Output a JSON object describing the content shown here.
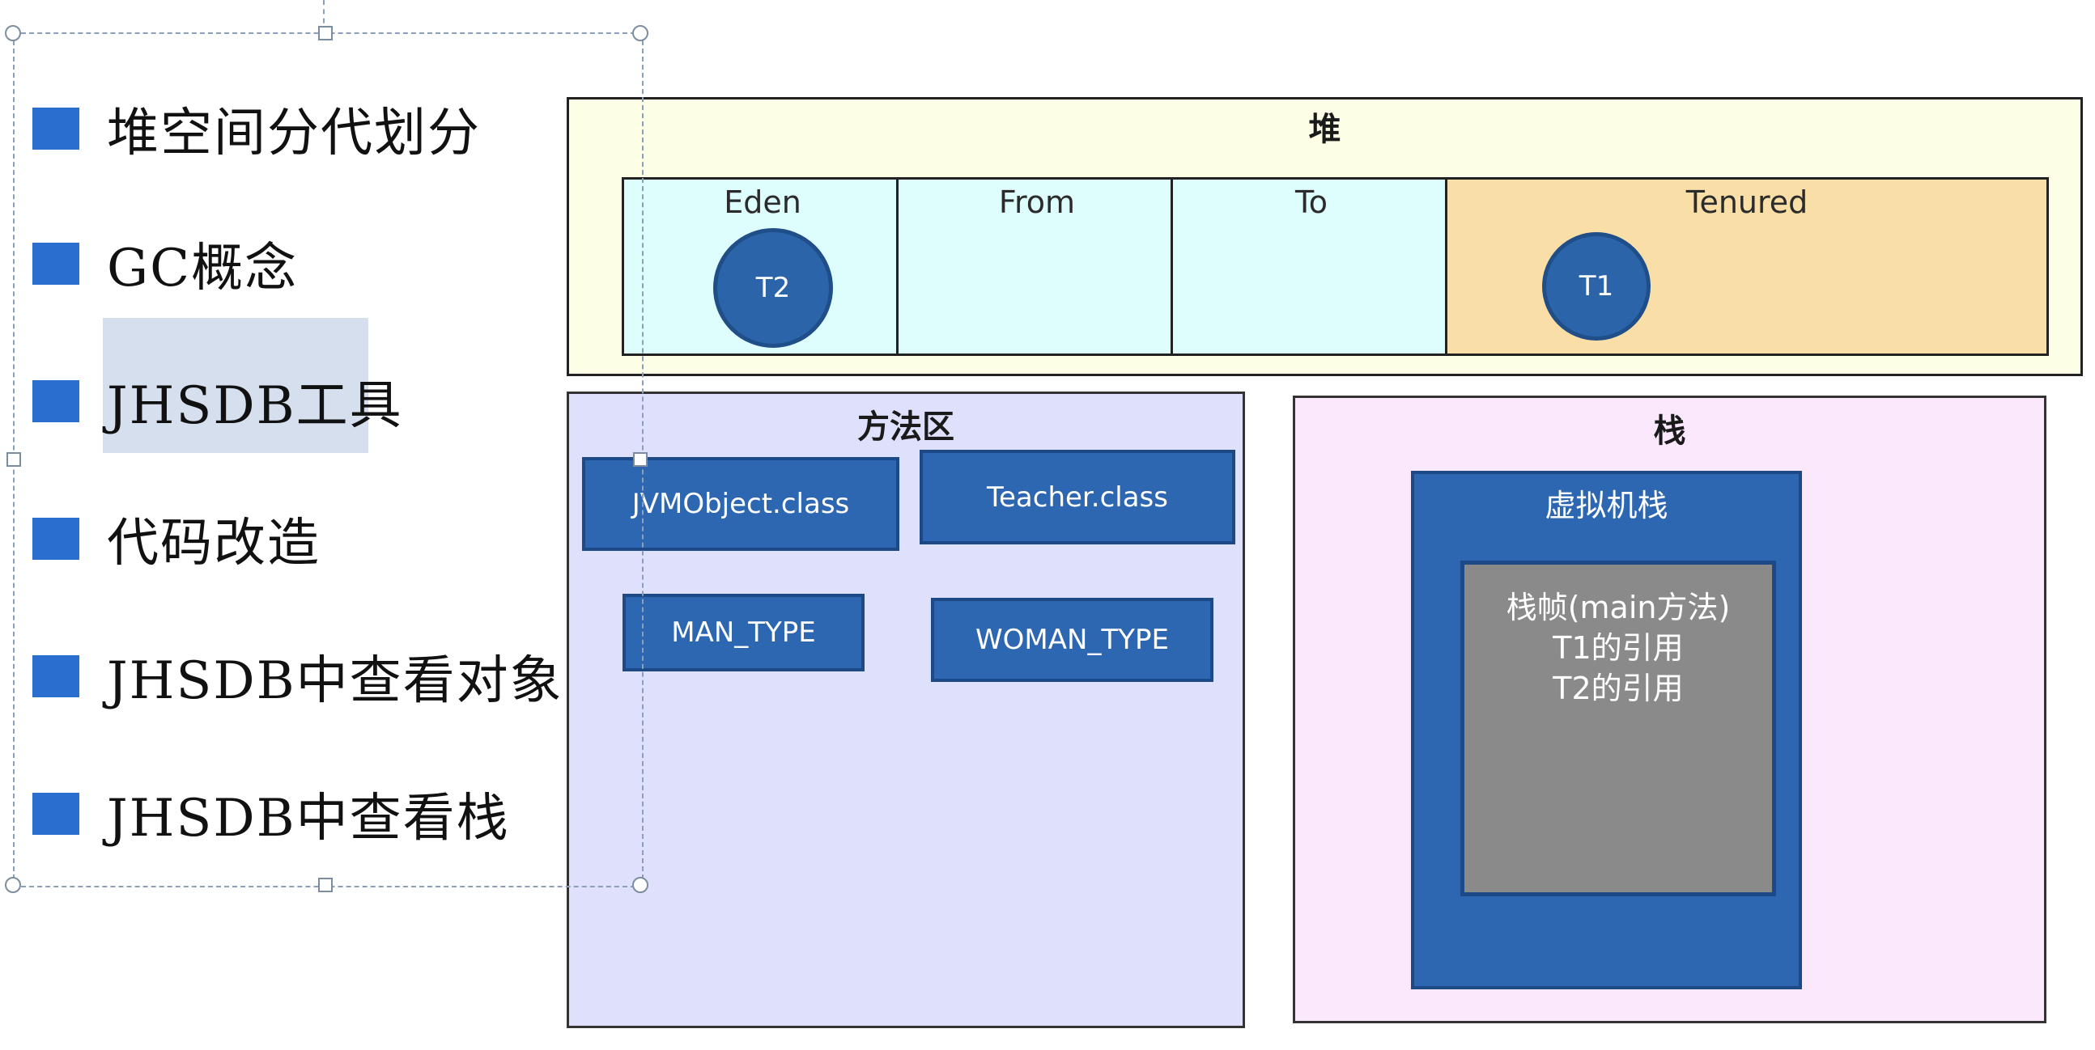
{
  "outline": {
    "items": [
      "堆空间分代划分",
      "GC概念",
      "JHSDB工具",
      "代码改造",
      "JHSDB中查看对象",
      "JHSDB中查看栈"
    ]
  },
  "heap": {
    "title": "堆",
    "generations": {
      "eden": "Eden",
      "from": "From",
      "to": "To",
      "tenured": "Tenured"
    },
    "objects": {
      "t2": "T2",
      "t1": "T1"
    }
  },
  "method_area": {
    "title": "方法区",
    "classes": {
      "jvmobject": "JVMObject.class",
      "teacher": "Teacher.class",
      "man_type": "MAN_TYPE",
      "woman_type": "WOMAN_TYPE"
    }
  },
  "stack": {
    "title": "栈",
    "vm_stack_title": "虚拟机栈",
    "frame_lines": [
      "栈帧(main方法)",
      "T1的引用",
      "T2的引用"
    ]
  },
  "colors": {
    "heap_bg": "#fdfee6",
    "young_bg": "#defdfd",
    "tenured_bg": "#f9dea8",
    "method_bg": "#dfe0fc",
    "stack_bg": "#fbe8fc",
    "box_blue": "#2d67b2",
    "frame_gray": "#8a8a8a",
    "bullet_blue": "#2a6fcf"
  }
}
